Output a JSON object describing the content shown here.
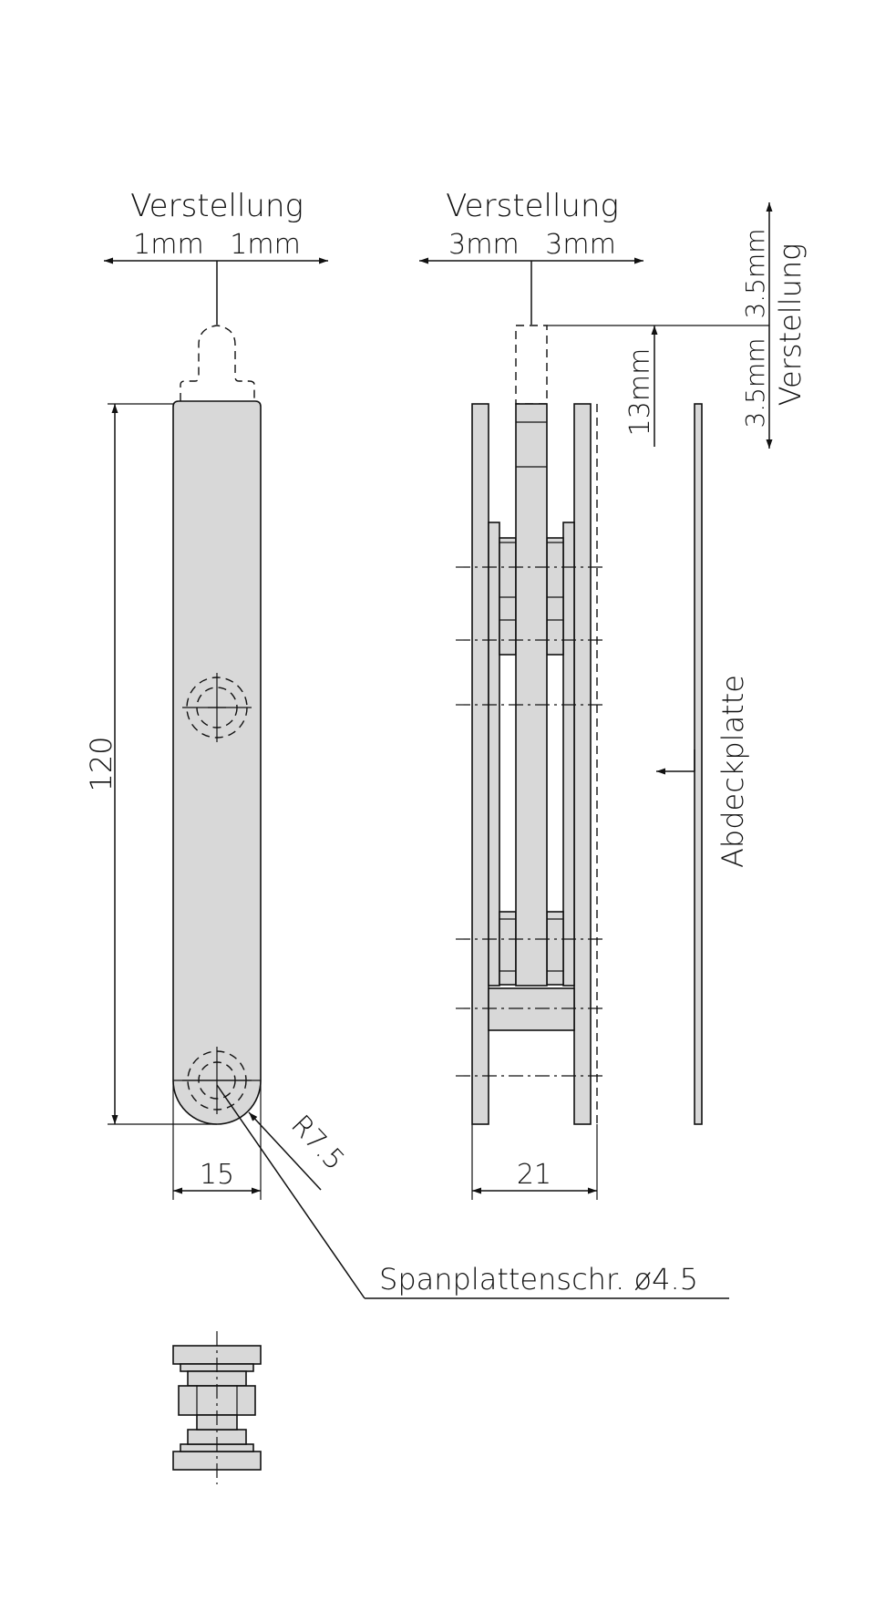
{
  "labels": {
    "front_adjust_title": "Verstellung",
    "front_adjust_values": "1mm   1mm",
    "side_adjust_title": "Verstellung",
    "side_adjust_values": "3mm   3mm",
    "vertical_adjust_title": "Verstellung",
    "vertical_adjust_upper": "3.5mm",
    "vertical_adjust_lower": "3.5mm",
    "height_offset": "13mm",
    "length_dim": "120",
    "width_front": "15",
    "width_side": "21",
    "radius": "R7.5",
    "screw_callout": "Spanplattenschr. ø4.5",
    "cover_plate": "Abdeckplatte"
  },
  "colors": {
    "part_fill": "#d8d8d8",
    "stroke": "#111111",
    "background": "#ffffff"
  }
}
